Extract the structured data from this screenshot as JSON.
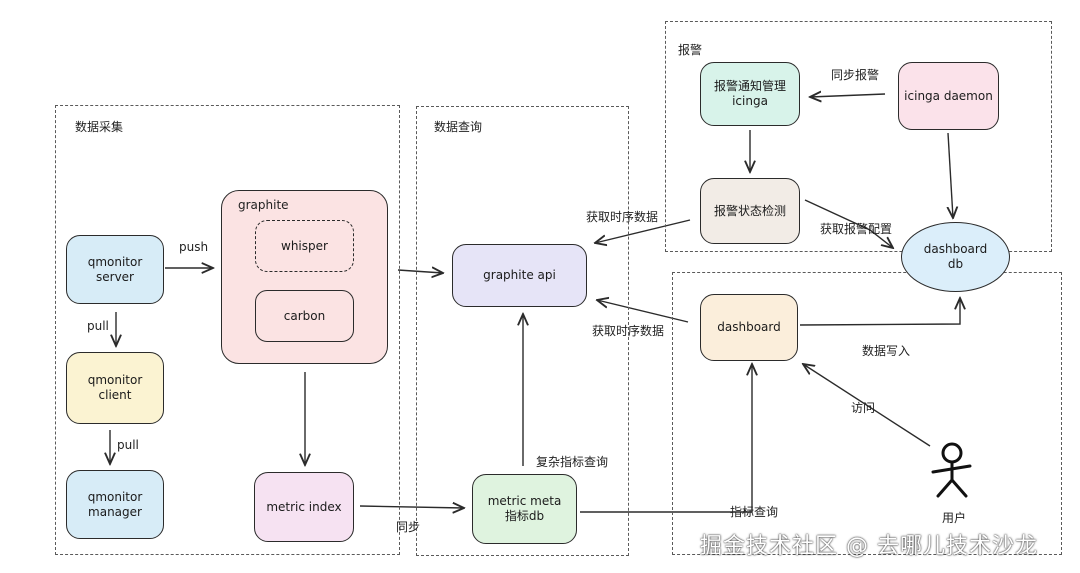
{
  "groups": {
    "collect": "数据采集",
    "query": "数据查询",
    "alert": "报警"
  },
  "nodes": {
    "qmonitor_server": [
      "qmonitor",
      "server"
    ],
    "qmonitor_client": [
      "qmonitor",
      "client"
    ],
    "qmonitor_manager": [
      "qmonitor",
      "manager"
    ],
    "graphite": "graphite",
    "whisper": "whisper",
    "carbon": "carbon",
    "metric_index": "metric index",
    "graphite_api": "graphite api",
    "metric_meta": [
      "metric meta",
      "指标db"
    ],
    "alert_notify": [
      "报警通知管理",
      "icinga"
    ],
    "icinga_daemon": "icinga daemon",
    "alert_check": "报警状态检测",
    "dashboard_db": [
      "dashboard",
      "db"
    ],
    "dashboard": "dashboard",
    "user": "用户"
  },
  "edges": {
    "push": "push",
    "pull1": "pull",
    "pull2": "pull",
    "sync": "同步",
    "complex_query": "复杂指标查询",
    "metric_query": "指标查询",
    "fetch_ts_1": "获取时序数据",
    "fetch_ts_2": "获取时序数据",
    "sync_alert": "同步报警",
    "fetch_alert_cfg": "获取报警配置",
    "data_write": "数据写入",
    "visit": "访问"
  },
  "watermark": "掘金技术社区 @ 去哪儿技术沙龙",
  "colors": {
    "qmonitor_server": "#d7ecf7",
    "qmonitor_client": "#fbf3d2",
    "qmonitor_manager": "#d7ecf7",
    "graphite": "#fbe3e3",
    "metric_index": "#f6e2f2",
    "graphite_api": "#e6e4f7",
    "metric_meta": "#dff3df",
    "alert_notify": "#d8f3ea",
    "icinga_daemon": "#fbe2ea",
    "alert_check": "#f2ece6",
    "dashboard_db": "#dbeefa",
    "dashboard": "#fbeedb"
  }
}
